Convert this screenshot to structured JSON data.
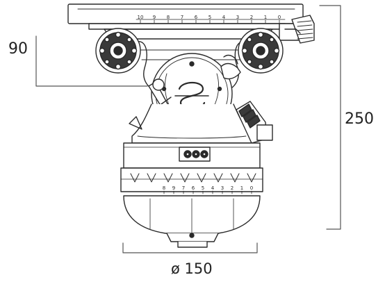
{
  "dimensions": {
    "height": "250",
    "offset": "90",
    "diameter": "ø 150"
  },
  "plate_scale": {
    "ticks": [
      "10",
      "9",
      "8",
      "7",
      "6",
      "5",
      "4",
      "3",
      "2",
      "1",
      "0"
    ]
  },
  "level_scale": {
    "ticks": [
      "8",
      "9",
      "7",
      "6",
      "5",
      "4",
      "3",
      "2",
      "1",
      "0"
    ]
  },
  "colors": {
    "line": "#2a2a2a",
    "dimension_line": "#555555",
    "background": "#ffffff"
  },
  "icons": [
    "fluid-head-diagram",
    "left-knob-icon",
    "right-knob-icon",
    "pan-handle-socket-icon",
    "tilt-dial-icon"
  ]
}
